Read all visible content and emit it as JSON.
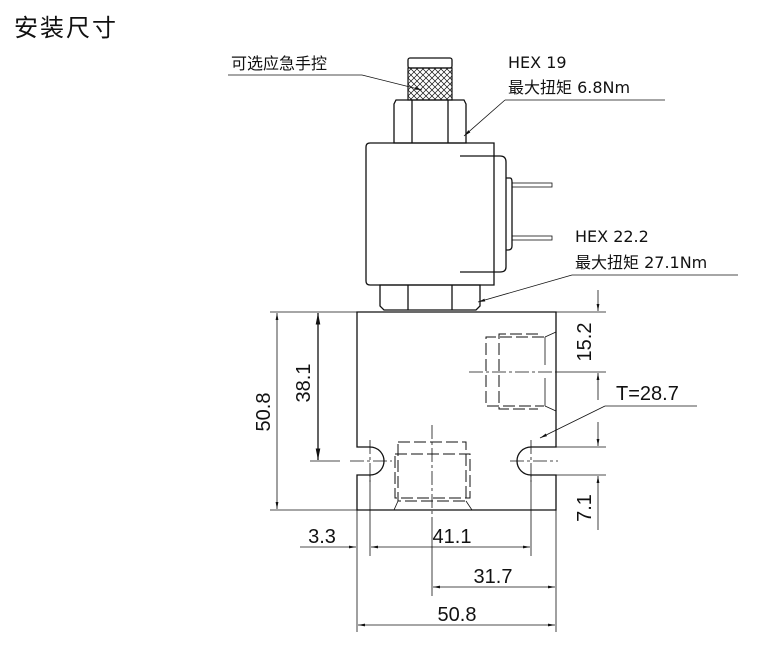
{
  "title": "安装尺寸",
  "callouts": {
    "manual_override": "可选应急手控",
    "hex_top": "HEX 19",
    "torque_top": "最大扭矩 6.8Nm",
    "hex_bottom": "HEX 22.2",
    "torque_bottom": "最大扭矩 27.1Nm",
    "thread": "T=28.7"
  },
  "dimensions": {
    "height_total": "50.8",
    "height_mount": "38.1",
    "port_offset_top": "15.2",
    "slot_offset_bottom": "7.1",
    "left_offset": "3.3",
    "slot_spacing": "41.1",
    "port_to_edge": "31.7",
    "width_total": "50.8"
  }
}
